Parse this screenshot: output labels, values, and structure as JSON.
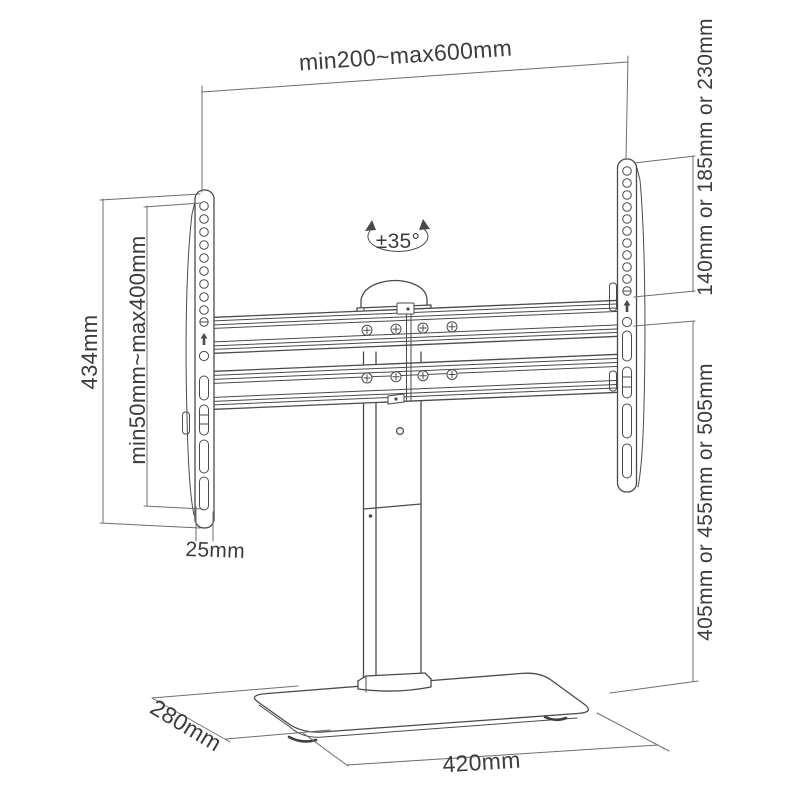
{
  "diagram": {
    "kind": "technical dimension drawing",
    "subject": "tabletop TV stand with VESA brackets, swivel column and base"
  },
  "labels": {
    "mount_width_range": "min200~max600mm",
    "bracket_height": "434mm",
    "vesa_height_range": "min50mm~max400mm",
    "bracket_depth": "25mm",
    "swivel_angle": "±35°",
    "upper_height_options": "140mm or 185mm or 230mm",
    "lower_height_options": "405mm or 455mm or 505mm",
    "base_depth": "280mm",
    "base_width": "420mm"
  },
  "colors": {
    "outline": "#4a4a4a",
    "dimension_line": "#6e6e6e",
    "label_text": "#3c3c3c",
    "background": "#ffffff"
  }
}
